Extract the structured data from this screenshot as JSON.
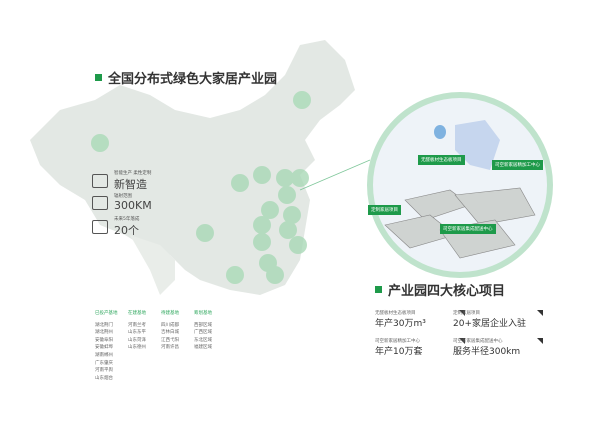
{
  "main_title": "全国分布式绿色大家居产业园",
  "stats": [
    {
      "icon": "factory-screen-icon",
      "label": "智能生产 柔性定制",
      "value": "新智造"
    },
    {
      "icon": "map-pin-icon",
      "label": "辐射范围",
      "value": "300KM"
    },
    {
      "icon": "building-icon",
      "label": "未来5年落成",
      "value": "20个"
    }
  ],
  "bases": [
    {
      "header": "已投产基地",
      "items": [
        "湖北荆门",
        "湖北荆州",
        "安徽阜阳",
        "安徽蚌埠",
        "湖南郴州",
        "广东肇庆",
        "河南平舆",
        "山东烟台"
      ]
    },
    {
      "header": "在建基地",
      "items": [
        "河南兰考",
        "山东东平",
        "山东菏泽",
        "山东德州"
      ]
    },
    {
      "header": "待建基地",
      "items": [
        "四川成都",
        "吉林白城",
        "江西弋阳",
        "河南许昌"
      ]
    },
    {
      "header": "筹划基地",
      "items": [
        "西部区域",
        "广西区域",
        "东北区域",
        "福建区域"
      ]
    }
  ],
  "park_labels": [
    "无醛板材生态板项目",
    "司空新家居精加工中心",
    "定制家居项目",
    "司空新家居集成配送中心"
  ],
  "core_title": "产业园四大核心项目",
  "projects": [
    {
      "label": "无醛板材生态板项目",
      "value": "年产30万m³"
    },
    {
      "label": "定制家居项目",
      "value": "20+家居企业入驻"
    },
    {
      "label": "司空新家居精加工中心",
      "value": "年产10万套"
    },
    {
      "label": "司空新家居集成配送中心",
      "value": "服务半径300km"
    }
  ],
  "colors": {
    "accent": "#1e9a4a",
    "map": "#e3e8e4"
  }
}
